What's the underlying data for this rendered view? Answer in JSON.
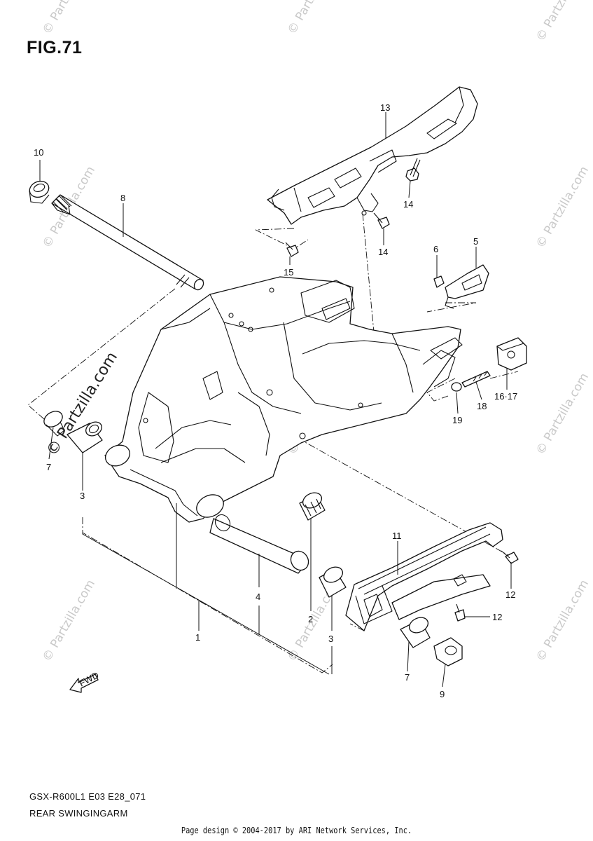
{
  "figure": {
    "title": "FIG.71",
    "model_code": "GSX-R600L1 E03 E28_071",
    "section_name": "REAR SWINGINGARM"
  },
  "callouts": [
    "10",
    "8",
    "13",
    "14",
    "14",
    "15",
    "6",
    "5",
    "7",
    "3",
    "1",
    "4",
    "2",
    "3",
    "11",
    "12",
    "12",
    "7",
    "9",
    "16·17",
    "18",
    "19"
  ],
  "fwd_label": "FWD",
  "watermark": {
    "small": "© Partzilla.com",
    "large": "© Partzilla.com"
  },
  "footer": "Page design © 2004-2017 by ARI Network Services, Inc."
}
